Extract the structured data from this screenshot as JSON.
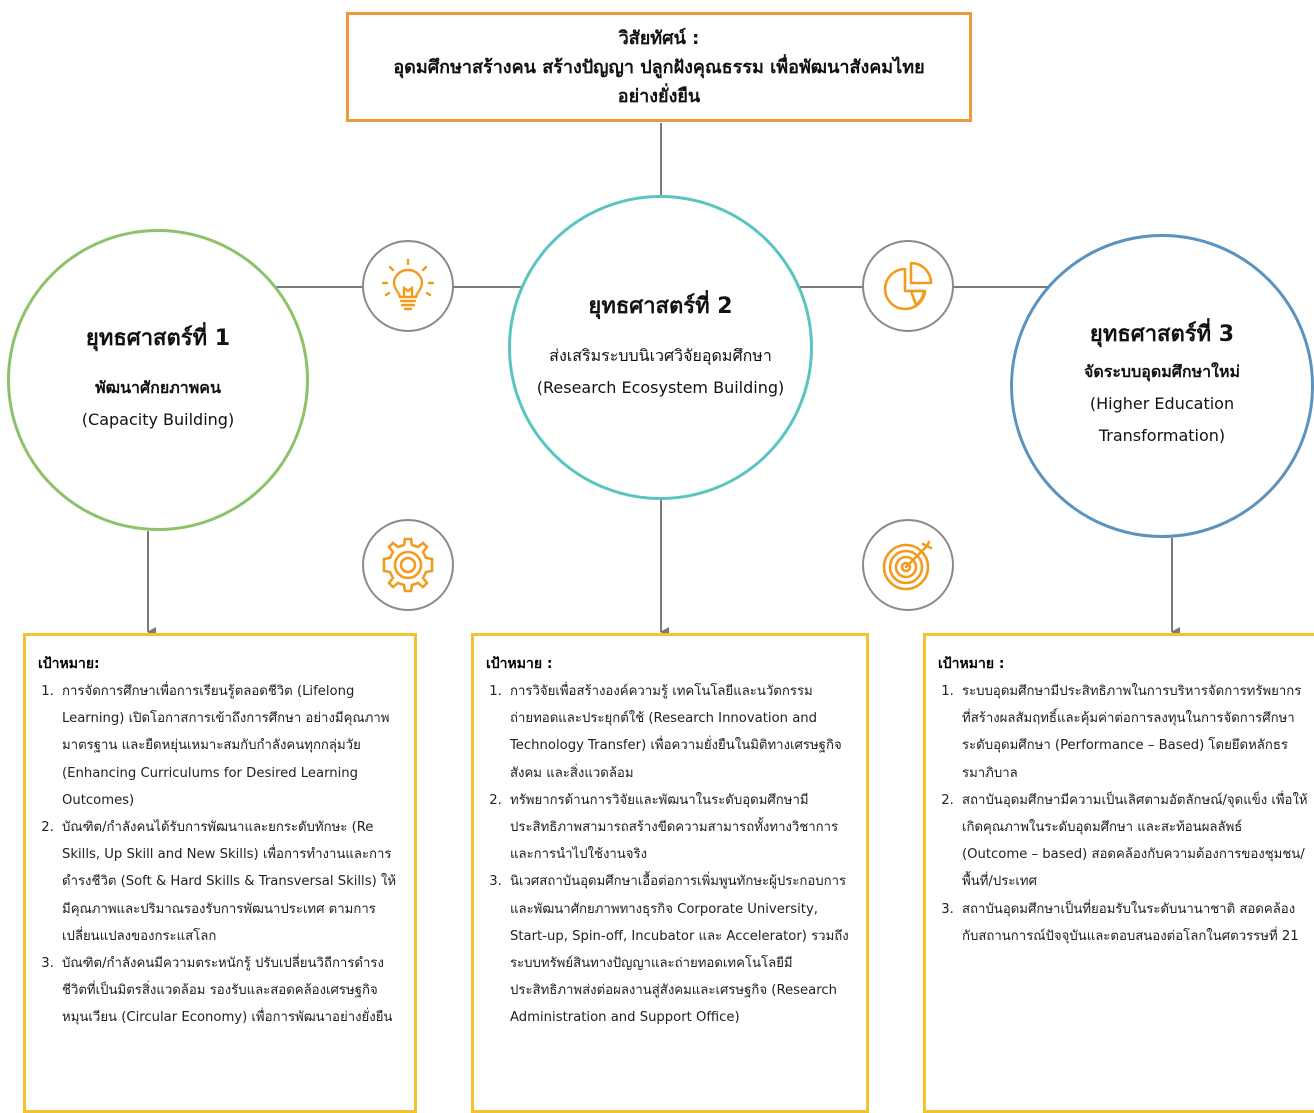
{
  "vision": {
    "title": "วิสัยทัศน์ :",
    "line1": "อุดมศึกษาสร้างคน สร้างปัญญา ปลูกฝังคุณธรรม เพื่อพัฒนาสังคมไทย",
    "line2": "อย่างยั่งยืน"
  },
  "strategies": [
    {
      "title": "ยุทธศาสตร์ที่ 1",
      "lines": [
        "พัฒนาศักยภาพคน",
        "(Capacity Building)"
      ]
    },
    {
      "title": "ยุทธศาสตร์ที่ 2",
      "lines": [
        "ส่งเสริมระบบนิเวศวิจัยอุดมศึกษา",
        "(Research Ecosystem Building)"
      ]
    },
    {
      "title": "ยุทธศาสตร์ที่ 3",
      "lines": [
        "จัดระบบอุดมศึกษาใหม่",
        "(Higher Education",
        "Transformation)"
      ]
    }
  ],
  "colors": {
    "vision_border": "#ee9a3a",
    "strategy1": "#8dc26a",
    "strategy2": "#5bc3c0",
    "strategy3": "#5b92be",
    "goal_border": "#f2c230",
    "icon_accent": "#f29c1f",
    "connector": "#7a7a7a"
  },
  "icons": [
    "lightbulb-icon",
    "pie-chart-icon",
    "gear-icon",
    "target-icon"
  ],
  "goals": [
    {
      "heading": "เป้าหมาย:",
      "items": [
        "การจัดการศึกษาเพื่อการเรียนรู้ตลอดชีวิต (Lifelong Learning) เปิดโอกาสการเข้าถึงการศึกษา อย่างมีคุณภาพ มาตรฐาน และยืดหยุ่นเหมาะสมกับกำลังคนทุกกลุ่มวัย (Enhancing Curriculums for Desired Learning Outcomes)",
        "บัณฑิต/กำลังคนได้รับการพัฒนาและยกระดับทักษะ (Re Skills, Up Skill and New Skills) เพื่อการทำงานและการดำรงชีวิต (Soft & Hard Skills & Transversal Skills) ให้มีคุณภาพและปริมาณรองรับการพัฒนาประเทศ ตามการเปลี่ยนแปลงของกระแสโลก",
        "บัณฑิต/กำลังคนมีความตระหนักรู้ ปรับเปลี่ยนวิถีการดำรงชีวิตที่เป็นมิตรสิ่งแวดล้อม รองรับและสอดคล้องเศรษฐกิจหมุนเวียน (Circular Economy) เพื่อการพัฒนาอย่างยั่งยืน"
      ]
    },
    {
      "heading": "เป้าหมาย :",
      "items": [
        "การวิจัยเพื่อสร้างองค์ความรู้ เทคโนโลยีและนวัตกรรม ถ่ายทอดและประยุกต์ใช้ (Research Innovation and Technology Transfer) เพื่อความยั่งยืนในมิติทางเศรษฐกิจ สังคม และสิ่งแวดล้อม",
        "ทรัพยากรด้านการวิจัยและพัฒนาในระดับอุดมศึกษามีประสิทธิภาพสามารถสร้างขีดความสามารถทั้งทางวิชาการและการนำไปใช้งานจริง",
        "นิเวศสถาบันอุดมศึกษาเอื้อต่อการเพิ่มพูนทักษะผู้ประกอบการและพัฒนาศักยภาพทางธุรกิจ Corporate University, Start-up, Spin-off, Incubator และ Accelerator) รวมถึงระบบทรัพย์สินทางปัญญาและถ่ายทอดเทคโนโลยีมีประสิทธิภาพส่งต่อผลงานสู่สังคมและเศรษฐกิจ (Research Administration and Support Office)"
      ]
    },
    {
      "heading": "เป้าหมาย :",
      "items": [
        "ระบบอุดมศึกษามีประสิทธิภาพในการบริหารจัดการทรัพยากรที่สร้างผลสัมฤทธิ์และคุ้มค่าต่อการลงทุนในการจัดการศึกษาระดับอุดมศึกษา (Performance – Based) โดยยึดหลักธรรมาภิบาล",
        "สถาบันอุดมศึกษามีความเป็นเลิศตามอัตลักษณ์/จุดแข็ง เพื่อให้เกิดคุณภาพในระดับอุดมศึกษา และสะท้อนผลลัพธ์ (Outcome – based) สอดคล้องกับความต้องการของชุมชน/พื้นที่/ประเทศ",
        "สถาบันอุดมศึกษาเป็นที่ยอมรับในระดับนานาชาติ สอดคล้องกับสถานการณ์ปัจจุบันและตอบสนองต่อโลกในศตวรรษที่ 21"
      ]
    }
  ]
}
